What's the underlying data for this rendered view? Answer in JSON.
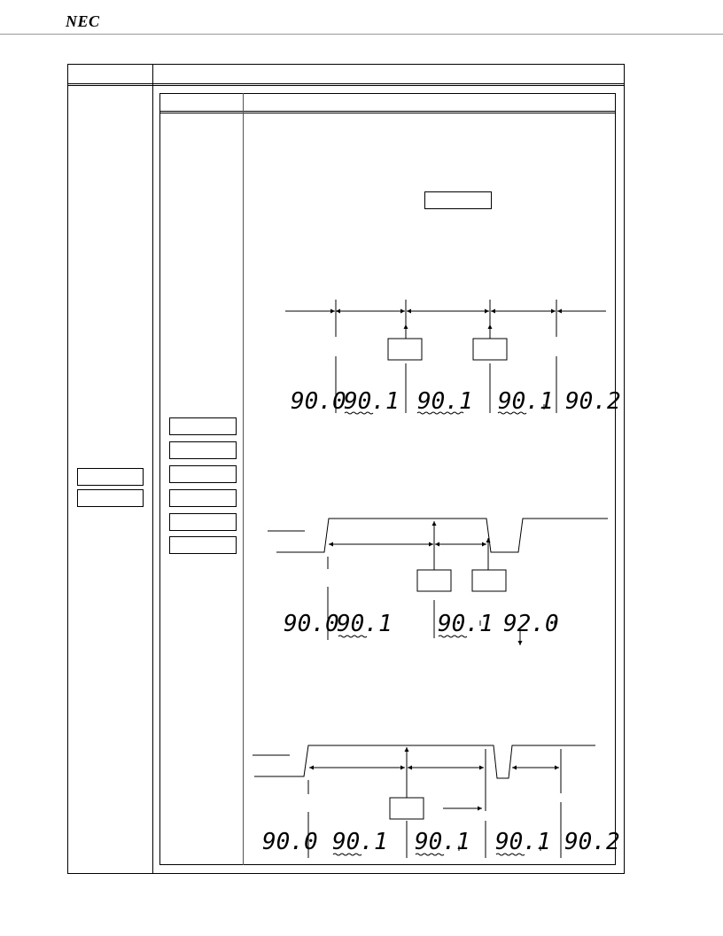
{
  "header": {
    "logo_text": "NEC"
  },
  "timing_diagram_1": {
    "readouts": [
      "90.0",
      "90.1",
      "90.1",
      "90.1",
      "90.2"
    ]
  },
  "timing_diagram_2": {
    "readouts": [
      "90.0",
      "90.1",
      "90.1",
      "92.0"
    ]
  },
  "timing_diagram_3": {
    "readouts": [
      "90.0",
      "90.1",
      "90.1",
      "90.1",
      "90.2"
    ]
  }
}
